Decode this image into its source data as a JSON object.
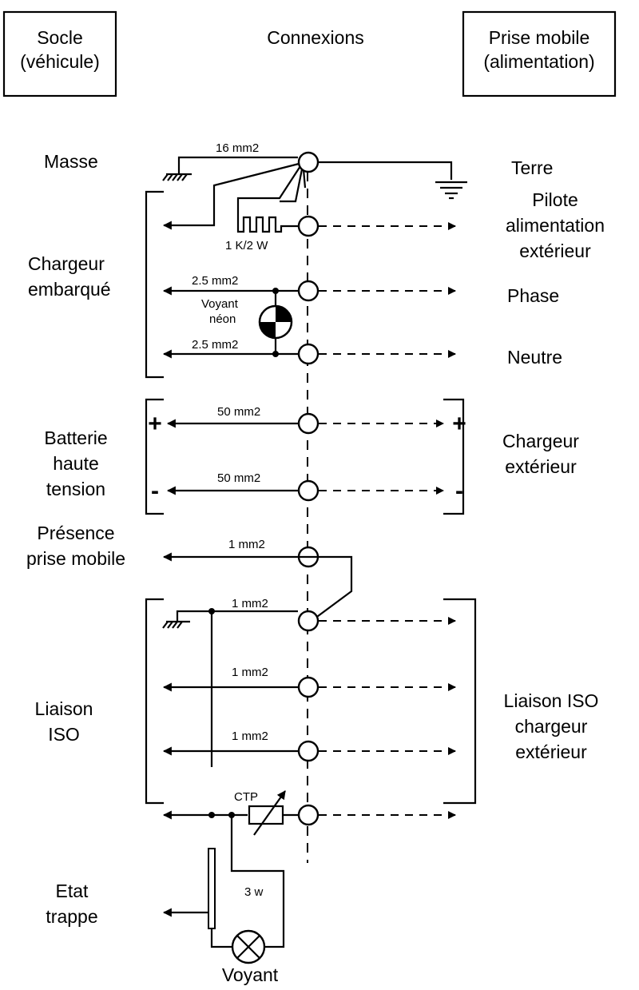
{
  "headers": {
    "left": [
      "Socle",
      "(véhicule)"
    ],
    "center": "Connexions",
    "right": [
      "Prise mobile",
      "(alimentation)"
    ]
  },
  "left_labels": {
    "masse": "Masse",
    "chargeur_embarque": [
      "Chargeur",
      "embarqué"
    ],
    "batterie": [
      "Batterie",
      "haute",
      "tension"
    ],
    "presence": [
      "Présence",
      "prise mobile"
    ],
    "liaison_iso": [
      "Liaison",
      "ISO"
    ],
    "etat_trappe": [
      "Etat",
      "trappe"
    ]
  },
  "right_labels": {
    "terre": "Terre",
    "pilote": [
      "Pilote",
      "alimentation",
      "extérieur"
    ],
    "phase": "Phase",
    "neutre": "Neutre",
    "chargeur_exterieur": [
      "Chargeur",
      "extérieur"
    ],
    "liaison_iso_chargeur": [
      "Liaison ISO",
      "chargeur",
      "extérieur"
    ]
  },
  "wire_labels": {
    "masse_section": "16 mm2",
    "resistor": "1 K/2 W",
    "phase_section": "2.5 mm2",
    "neutre_section": "2.5 mm2",
    "neon": [
      "Voyant",
      "néon"
    ],
    "batt_plus_section": "50 mm2",
    "batt_minus_section": "50 mm2",
    "presence_section": "1 mm2",
    "iso1_section": "1 mm2",
    "iso2_section": "1 mm2",
    "iso3_section": "1 mm2",
    "ctp": "CTP",
    "lamp_power": "3 w",
    "voyant": "Voyant"
  },
  "signs": {
    "plus": "+",
    "minus": "-"
  }
}
